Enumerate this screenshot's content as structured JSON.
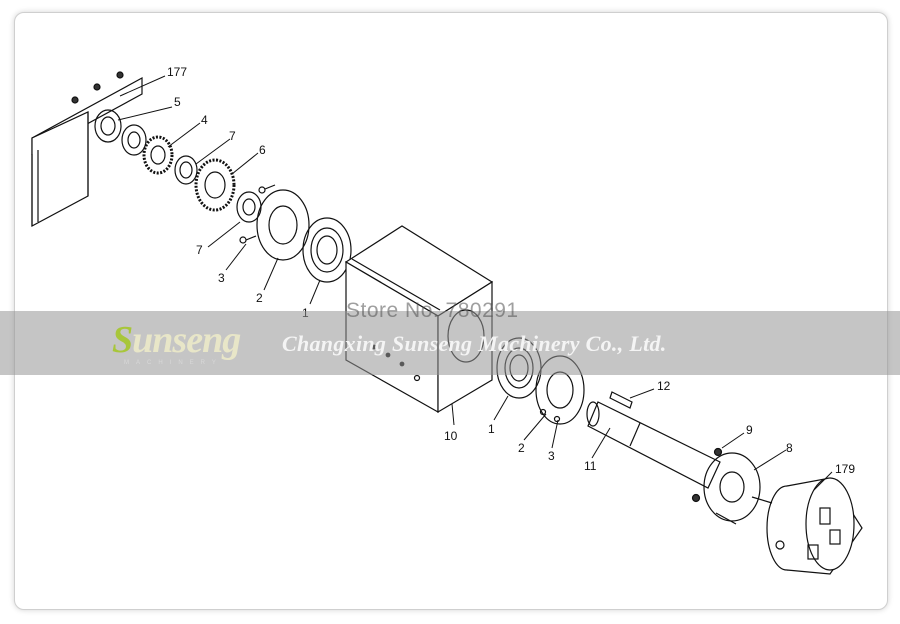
{
  "callouts": {
    "c177": "177",
    "c5": "5",
    "c4": "4",
    "c7a": "7",
    "c6": "6",
    "c7b": "7",
    "c3a": "3",
    "c2a": "2",
    "c1a": "1",
    "c10": "10",
    "c1b": "1",
    "c2b": "2",
    "c3b": "3",
    "c11": "11",
    "c12": "12",
    "c9": "9",
    "c8": "8",
    "c179": "179"
  },
  "watermark": {
    "store": "Store No. 780291",
    "logo_first": "S",
    "logo_rest": "unseng",
    "logo_sub": "MACHINERY",
    "company": "Changxing Sunseng Machinery Co., Ltd."
  },
  "colors": {
    "line": "#111111",
    "banner": "#969696",
    "logo_accent": "#a8c63a"
  }
}
